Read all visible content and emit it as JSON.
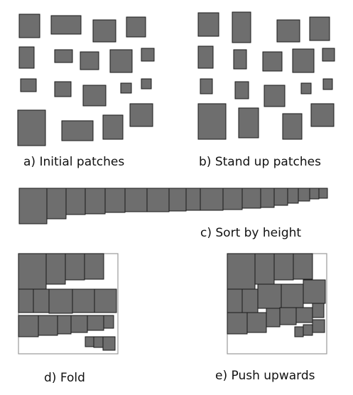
{
  "colors": {
    "patch_fill": "#6e6e6e",
    "patch_stroke": "#1a1a1a",
    "frame_stroke": "#9a9a9a",
    "text": "#111111"
  },
  "panels": {
    "a": {
      "caption": "a) Initial patches"
    },
    "b": {
      "caption": "b) Stand up patches"
    },
    "c": {
      "caption": "c) Sort by height"
    },
    "d": {
      "caption": "d) Fold"
    },
    "e": {
      "caption": "e) Push upwards"
    }
  }
}
